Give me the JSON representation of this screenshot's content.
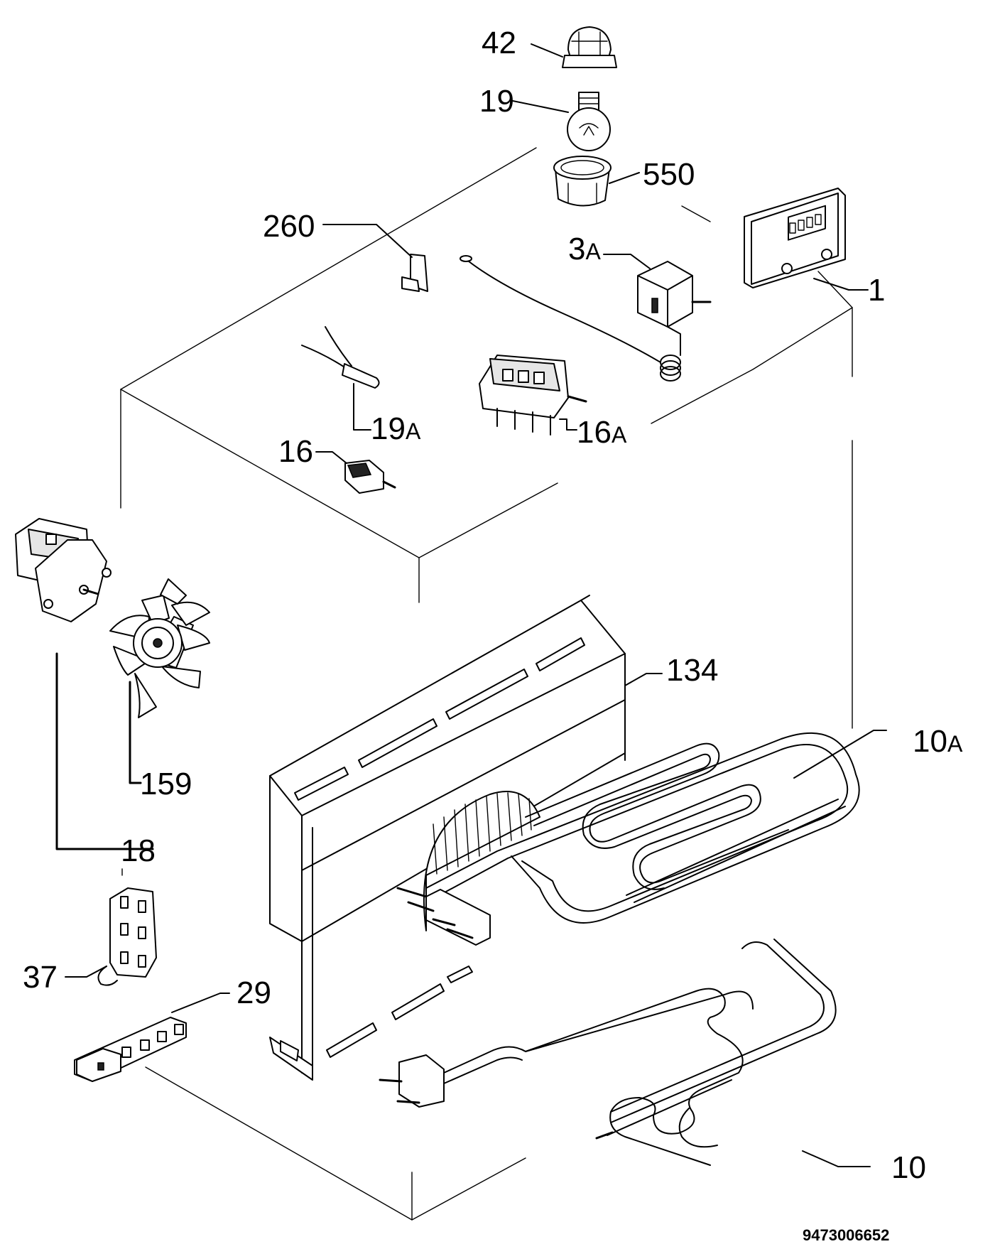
{
  "diagram": {
    "parts": [
      {
        "id": "42",
        "number": "42",
        "suffix": ""
      },
      {
        "id": "19",
        "number": "19",
        "suffix": ""
      },
      {
        "id": "550",
        "number": "550",
        "suffix": ""
      },
      {
        "id": "260",
        "number": "260",
        "suffix": ""
      },
      {
        "id": "3A",
        "number": "3",
        "suffix": "A"
      },
      {
        "id": "1",
        "number": "1",
        "suffix": ""
      },
      {
        "id": "19A",
        "number": "19",
        "suffix": "A"
      },
      {
        "id": "16A",
        "number": "16",
        "suffix": "A"
      },
      {
        "id": "16",
        "number": "16",
        "suffix": ""
      },
      {
        "id": "134",
        "number": "134",
        "suffix": ""
      },
      {
        "id": "10A",
        "number": "10",
        "suffix": "A"
      },
      {
        "id": "159",
        "number": "159",
        "suffix": ""
      },
      {
        "id": "18",
        "number": "18",
        "suffix": ""
      },
      {
        "id": "37",
        "number": "37",
        "suffix": ""
      },
      {
        "id": "29",
        "number": "29",
        "suffix": ""
      },
      {
        "id": "10",
        "number": "10",
        "suffix": ""
      }
    ],
    "drawing_code": "9473006652"
  }
}
